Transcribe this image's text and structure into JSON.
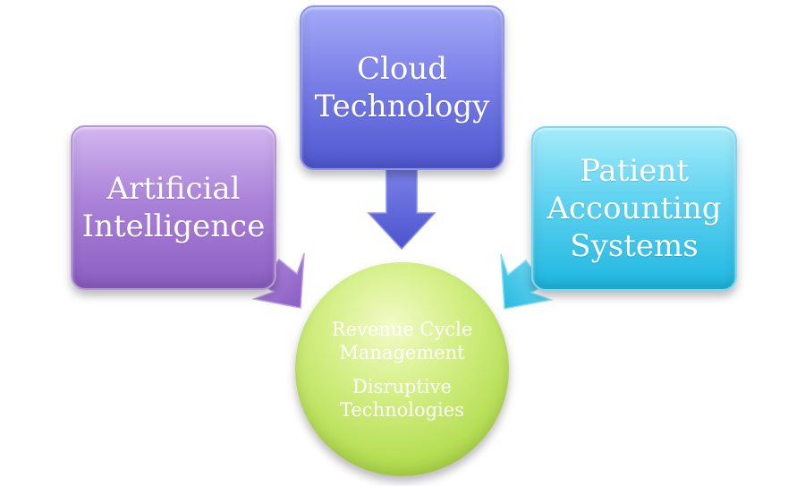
{
  "diagram": {
    "boxes": [
      {
        "id": "ai",
        "lines": [
          "Artificial",
          "Intelligence"
        ],
        "color": "#9b6fcf"
      },
      {
        "id": "cloud",
        "lines": [
          "Cloud",
          "Technology"
        ],
        "color": "#5f67dc"
      },
      {
        "id": "pas",
        "lines": [
          "Patient",
          "Accounting",
          "Systems"
        ],
        "color": "#3ec7ea"
      }
    ],
    "center": {
      "lines_a": [
        "Revenue Cycle",
        "Management"
      ],
      "lines_b": [
        "Disruptive",
        "Technologies"
      ],
      "color": "#b6de55"
    },
    "arrows": [
      {
        "from": "ai",
        "to": "center",
        "color": "#9b6fcf"
      },
      {
        "from": "cloud",
        "to": "center",
        "color": "#5f67dc"
      },
      {
        "from": "pas",
        "to": "center",
        "color": "#3ec7ea"
      }
    ]
  }
}
